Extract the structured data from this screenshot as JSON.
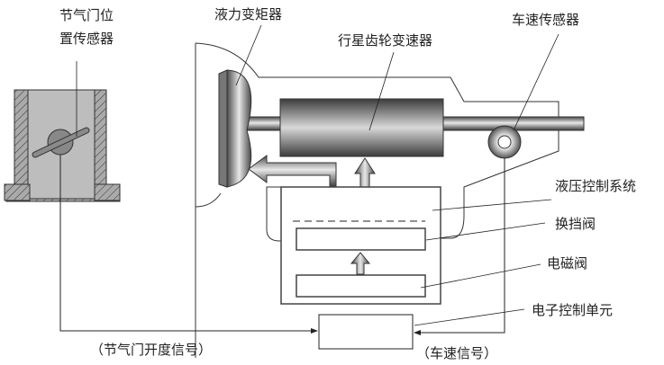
{
  "diagram": {
    "labels": {
      "throttle_sensor_line1": "节气门位",
      "throttle_sensor_line2": "置传感器",
      "torque_converter": "液力变矩器",
      "planetary_gearbox": "行星齿轮变速器",
      "speed_sensor": "车速传感器",
      "hydraulic_control": "液压控制系统",
      "shift_valve": "换挡阀",
      "solenoid_valve": "电磁阀",
      "ecu": "电子控制单元",
      "throttle_signal": "（节气门开度信号）",
      "speed_signal": "（车速信号）"
    }
  }
}
